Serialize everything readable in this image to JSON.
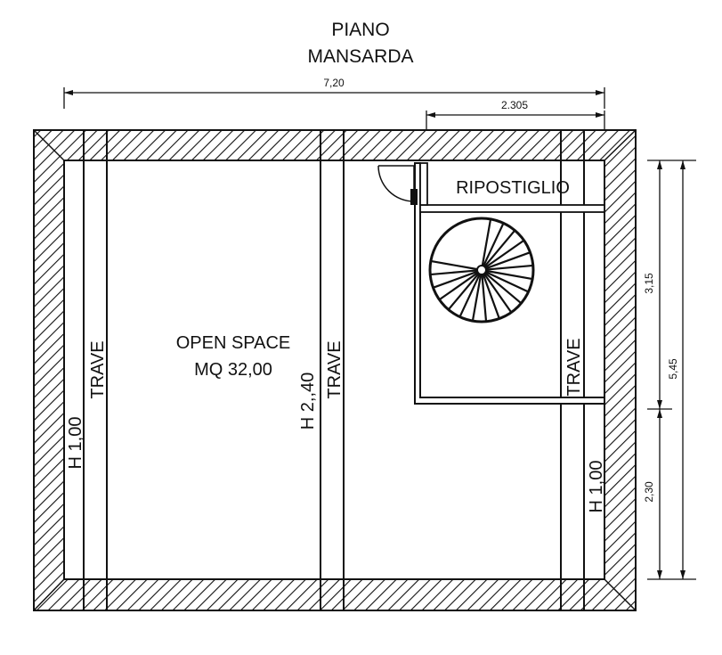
{
  "title": {
    "line1": "PIANO",
    "line2": "MANSARDA"
  },
  "dimensions": {
    "total_width": "7,20",
    "storage_width": "2.305",
    "total_depth": "5,45",
    "upper_depth": "3,15",
    "lower_depth": "2,30"
  },
  "rooms": {
    "storage": "RIPOSTIGLIO",
    "main_name": "OPEN SPACE",
    "main_area": "MQ 32,00"
  },
  "beams": {
    "left": "TRAVE",
    "center": "TRAVE",
    "right": "TRAVE"
  },
  "heights": {
    "left": "H 1,00",
    "center": "H 2,,40",
    "right": "H 1,00"
  },
  "colors": {
    "line": "#111111",
    "background": "#ffffff"
  }
}
